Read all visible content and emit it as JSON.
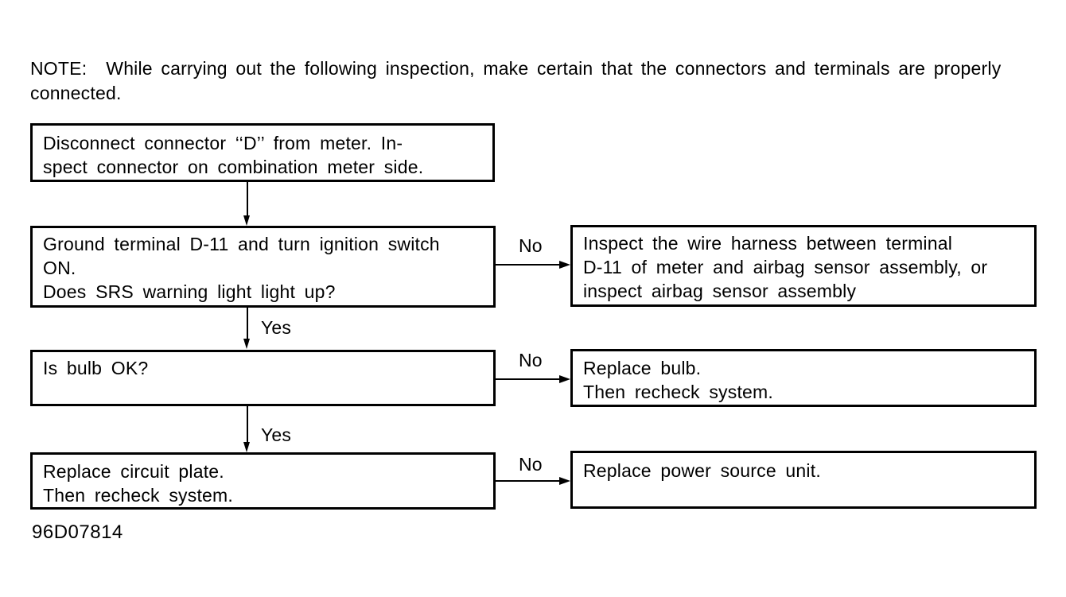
{
  "note": {
    "label": "NOTE:",
    "body": "While carrying out the following inspection, make certain that the connectors and terminals are properly connected."
  },
  "flowchart": {
    "boxes": {
      "step1": {
        "lines": [
          "Disconnect connector ‘‘D’’ from meter. In-",
          "spect connector on combination meter side."
        ]
      },
      "step2": {
        "lines": [
          "Ground terminal D-11 and turn ignition switch",
          "ON.",
          "Does SRS warning light light up?"
        ]
      },
      "step3": {
        "lines": [
          "Is bulb OK?"
        ]
      },
      "step4": {
        "lines": [
          "Replace circuit plate.",
          "Then recheck system."
        ]
      },
      "result1": {
        "lines": [
          "Inspect the wire harness between terminal",
          "D-11 of meter and airbag sensor assembly, or",
          "inspect airbag sensor assembly"
        ]
      },
      "result2": {
        "lines": [
          "Replace bulb.",
          "Then recheck system."
        ]
      },
      "result3": {
        "lines": [
          "Replace power source unit."
        ]
      }
    },
    "connections": [
      {
        "from": "step1",
        "to": "step2",
        "label": ""
      },
      {
        "from": "step2",
        "to": "result1",
        "label": "No"
      },
      {
        "from": "step2",
        "to": "step3",
        "label": "Yes"
      },
      {
        "from": "step3",
        "to": "result2",
        "label": "No"
      },
      {
        "from": "step3",
        "to": "step4",
        "label": "Yes"
      },
      {
        "from": "step4",
        "to": "result3",
        "label": "No"
      }
    ]
  },
  "figure_code": "96D07814",
  "colors": {
    "ink": "#000000",
    "background": "#ffffff"
  }
}
